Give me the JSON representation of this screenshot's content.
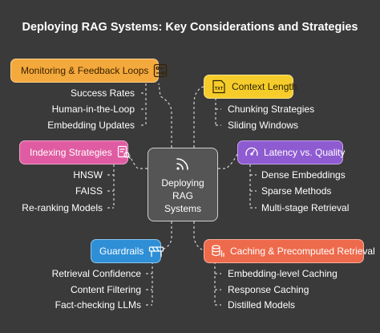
{
  "title": "Deploying RAG Systems: Key Considerations and Strategies",
  "center": {
    "lines": [
      "Deploying",
      "RAG",
      "Systems"
    ],
    "icon": "rss-signal-icon"
  },
  "colors": {
    "monitoring": "#f4a93c",
    "context": "#f5cc2a",
    "indexing": "#df5ca2",
    "latency": "#8e5bd1",
    "guardrails": "#2f8fd6",
    "caching": "#ee6a4c",
    "line": "#d0d0d0"
  },
  "branches": {
    "monitoring": {
      "label": "Monitoring & Feedback Loops",
      "icon": "toggle-panel-icon",
      "items": [
        "Success Rates",
        "Human-in-the-Loop",
        "Embedding Updates"
      ]
    },
    "context": {
      "label": "Context Length",
      "icon": "txt-file-icon",
      "items": [
        "Chunking Strategies",
        "Sliding Windows"
      ]
    },
    "indexing": {
      "label": "Indexing Strategies",
      "icon": "index-search-icon",
      "items": [
        "HNSW",
        "FAISS",
        "Re-ranking Models"
      ]
    },
    "latency": {
      "label": "Latency vs. Quality",
      "icon": "speedometer-icon",
      "items": [
        "Dense Embeddings",
        "Sparse Methods",
        "Multi-stage Retrieval"
      ]
    },
    "guardrails": {
      "label": "Guardrails",
      "icon": "barrier-icon",
      "items": [
        "Retrieval Confidence",
        "Content Filtering",
        "Fact-checking LLMs"
      ]
    },
    "caching": {
      "label": "Caching & Precomputed Retrieval",
      "icon": "database-stack-icon",
      "items": [
        "Embedding-level Caching",
        "Response Caching",
        "Distilled Models"
      ]
    }
  }
}
